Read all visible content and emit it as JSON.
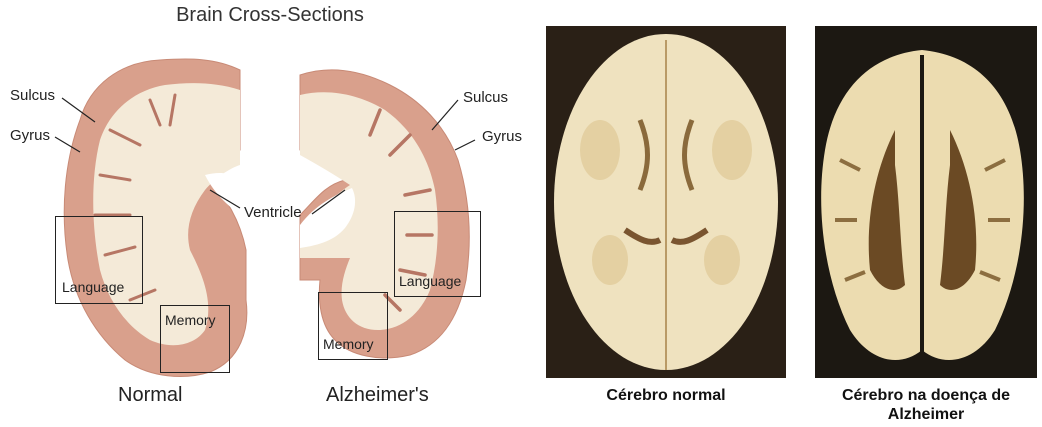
{
  "diagram": {
    "title": "Brain Cross-Sections",
    "normal": {
      "caption": "Normal",
      "sulcus": "Sulcus",
      "gyrus": "Gyrus",
      "language": "Language",
      "memory": "Memory"
    },
    "alzheimers": {
      "caption": "Alzheimer's",
      "sulcus": "Sulcus",
      "gyrus": "Gyrus",
      "language": "Language",
      "memory": "Memory"
    },
    "ventricle": "Ventricle"
  },
  "photos": {
    "normal_caption": "Cérebro normal",
    "alzheimer_caption_line1": "Cérebro na doença de",
    "alzheimer_caption_line2": "Alzheimer"
  },
  "colors": {
    "cortex": "#d9a08c",
    "white_matter": "#f4ead8",
    "photo_bg": "#2a2016",
    "photo_tissue": "#efe2bf"
  }
}
